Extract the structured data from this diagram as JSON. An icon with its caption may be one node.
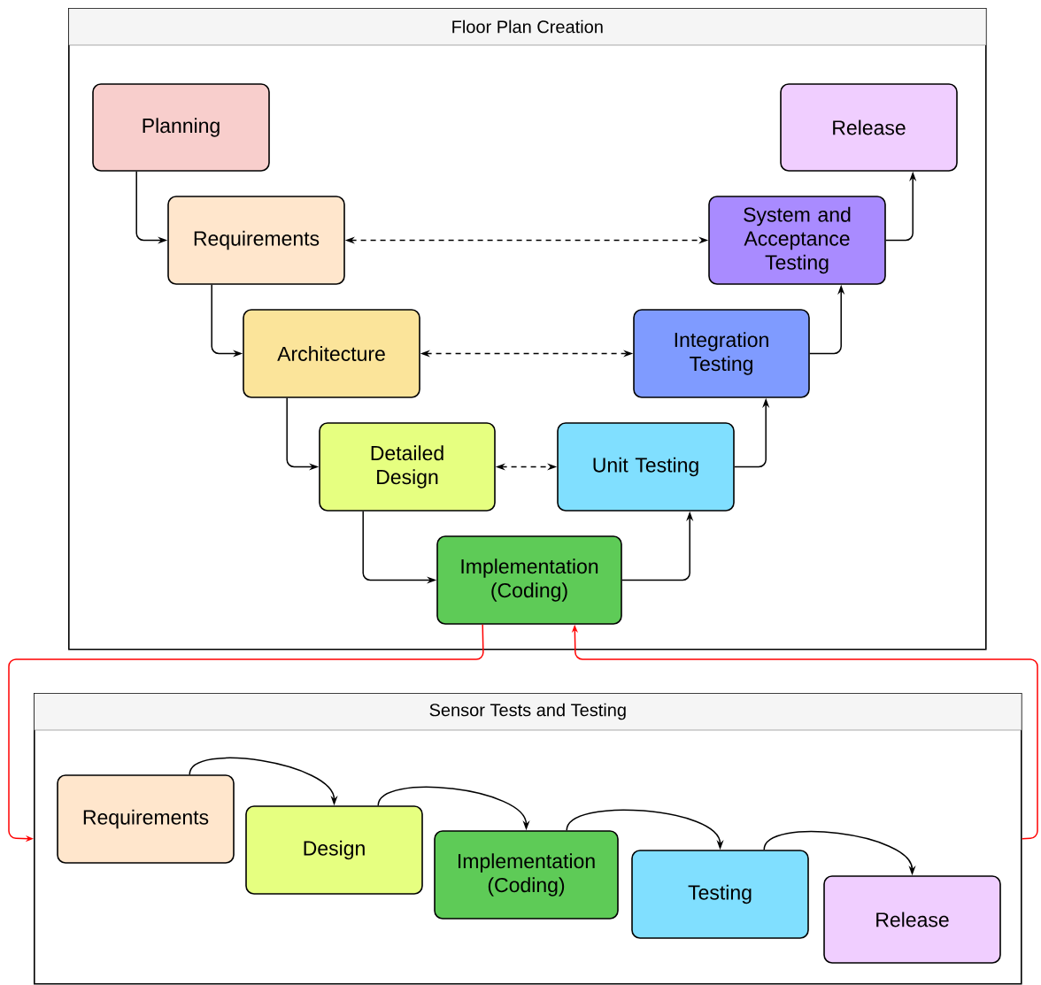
{
  "diagram": {
    "nodes": [
      {
        "text": [
          "Floor Plan Creation"
        ]
      },
      {
        "text": [
          "Planning"
        ],
        "in": 0
      },
      {
        "text": [
          "Release"
        ],
        "in": 0
      },
      {
        "text": [
          "Requirements"
        ],
        "in": 0
      },
      {
        "text": [
          "System and Acceptance Testing"
        ],
        "in": 0
      },
      {
        "text": [
          "Architecture"
        ],
        "in": 0
      },
      {
        "text": [
          "Integration Testing"
        ],
        "in": 0
      },
      {
        "text": [
          "Detailed Design"
        ],
        "in": 0
      },
      {
        "text": [
          "Unit Testing"
        ],
        "in": 0
      },
      {
        "text": [
          "Implementation (Coding)"
        ],
        "in": 0
      },
      {
        "text": [
          "Sensor Tests and Testing"
        ]
      },
      {
        "text": [
          "Requirements"
        ],
        "in": 10
      },
      {
        "text": [
          "Design"
        ],
        "in": 10
      },
      {
        "text": [
          "Implementation (Coding)"
        ],
        "in": 10
      },
      {
        "text": [
          "Testing"
        ],
        "in": 10
      },
      {
        "text": [
          "Release"
        ],
        "in": 10
      }
    ],
    "edges": [
      {
        "from": 1,
        "to": 3,
        "arrow": "to"
      },
      {
        "from": 3,
        "to": 5,
        "arrow": "to"
      },
      {
        "from": 5,
        "to": 7,
        "arrow": "to"
      },
      {
        "from": 7,
        "to": 9,
        "arrow": "to"
      },
      {
        "from": 9,
        "to": 8,
        "arrow": "to"
      },
      {
        "from": 8,
        "to": 6,
        "arrow": "to"
      },
      {
        "from": 6,
        "to": 4,
        "arrow": "to"
      },
      {
        "from": 4,
        "to": 2,
        "arrow": "to"
      },
      {
        "from": 3,
        "to": 4,
        "arrow": "both",
        "style": "dashed"
      },
      {
        "from": 5,
        "to": 6,
        "arrow": "both",
        "style": "dashed"
      },
      {
        "from": 7,
        "to": 8,
        "arrow": "both",
        "style": "dashed"
      },
      {
        "from": 9,
        "to": 10,
        "arrow": "to",
        "color": "#ff0000"
      },
      {
        "from": 10,
        "to": 9,
        "arrow": "to",
        "color": "#ff0000"
      },
      {
        "from": 11,
        "to": 12,
        "arrow": "to"
      },
      {
        "from": 12,
        "to": 13,
        "arrow": "to"
      },
      {
        "from": 13,
        "to": 14,
        "arrow": "to"
      },
      {
        "from": 14,
        "to": 15,
        "arrow": "to"
      }
    ]
  }
}
